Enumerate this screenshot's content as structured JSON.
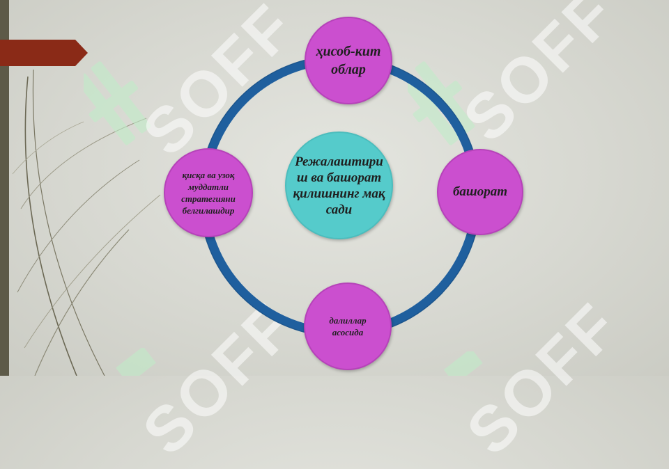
{
  "diagram": {
    "center": "Режалаштириш ва башорат қилишнинг мақсади",
    "nodes": {
      "top": "ҳисоб-китоблар",
      "right": "башорат",
      "bottom": "далиллар асосида",
      "left": "қисқа ва узоқ муддатли стратегияни белгилашдир"
    }
  },
  "watermark": {
    "text": "SOFF"
  },
  "colors": {
    "ring": "#1f5f9e",
    "node_pink": "#cb4fcf",
    "center_cyan": "#55cbcb",
    "accent_arrow": "#8a2a17",
    "left_bar": "#5d5a48"
  }
}
